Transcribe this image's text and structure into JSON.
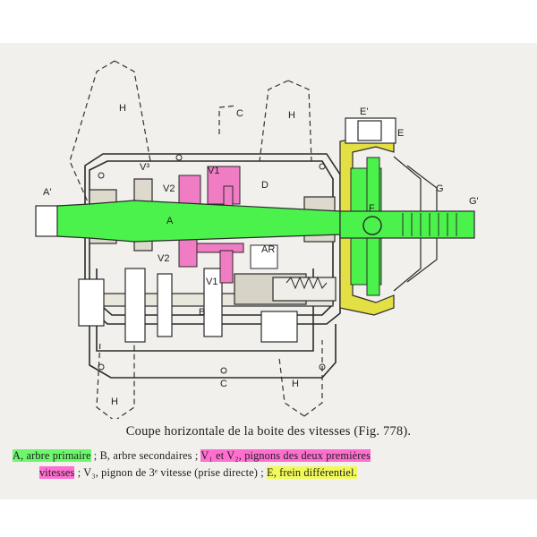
{
  "figure": {
    "labels": {
      "a_prime": "A'",
      "a": "A",
      "b": "B",
      "c_top": "C",
      "c_bottom": "C",
      "d": "D",
      "e": "E",
      "e_prime": "E'",
      "f": "F",
      "g": "G",
      "g_prime": "G'",
      "h_top_left": "H",
      "h_top_right": "H",
      "h_bottom_left": "H",
      "h_bottom_right": "H",
      "v3": "V³",
      "v2_top": "V2",
      "v1_top": "V1",
      "v2_bottom": "V2",
      "v1_bottom": "V1",
      "ar": "AR"
    },
    "colors": {
      "green": "#4cf24c",
      "pink": "#f07cc4",
      "yellow": "#e3e045",
      "ink": "#2a2a2a"
    }
  },
  "caption": "Coupe horizontale de la boite des vitesses (Fig. 778).",
  "legend": {
    "line1": {
      "a": "A, arbre primaire",
      "sep1": " ; B, arbre secondaires ; ",
      "v1v2": "V₁ et V₂, pignons des deux premières"
    },
    "line2": {
      "vitesses": "vitesses",
      "sep2": " ; V₃, pignon de 3ᵉ vitesse (prise directe) ; ",
      "e": "E, frein différentiel."
    }
  }
}
